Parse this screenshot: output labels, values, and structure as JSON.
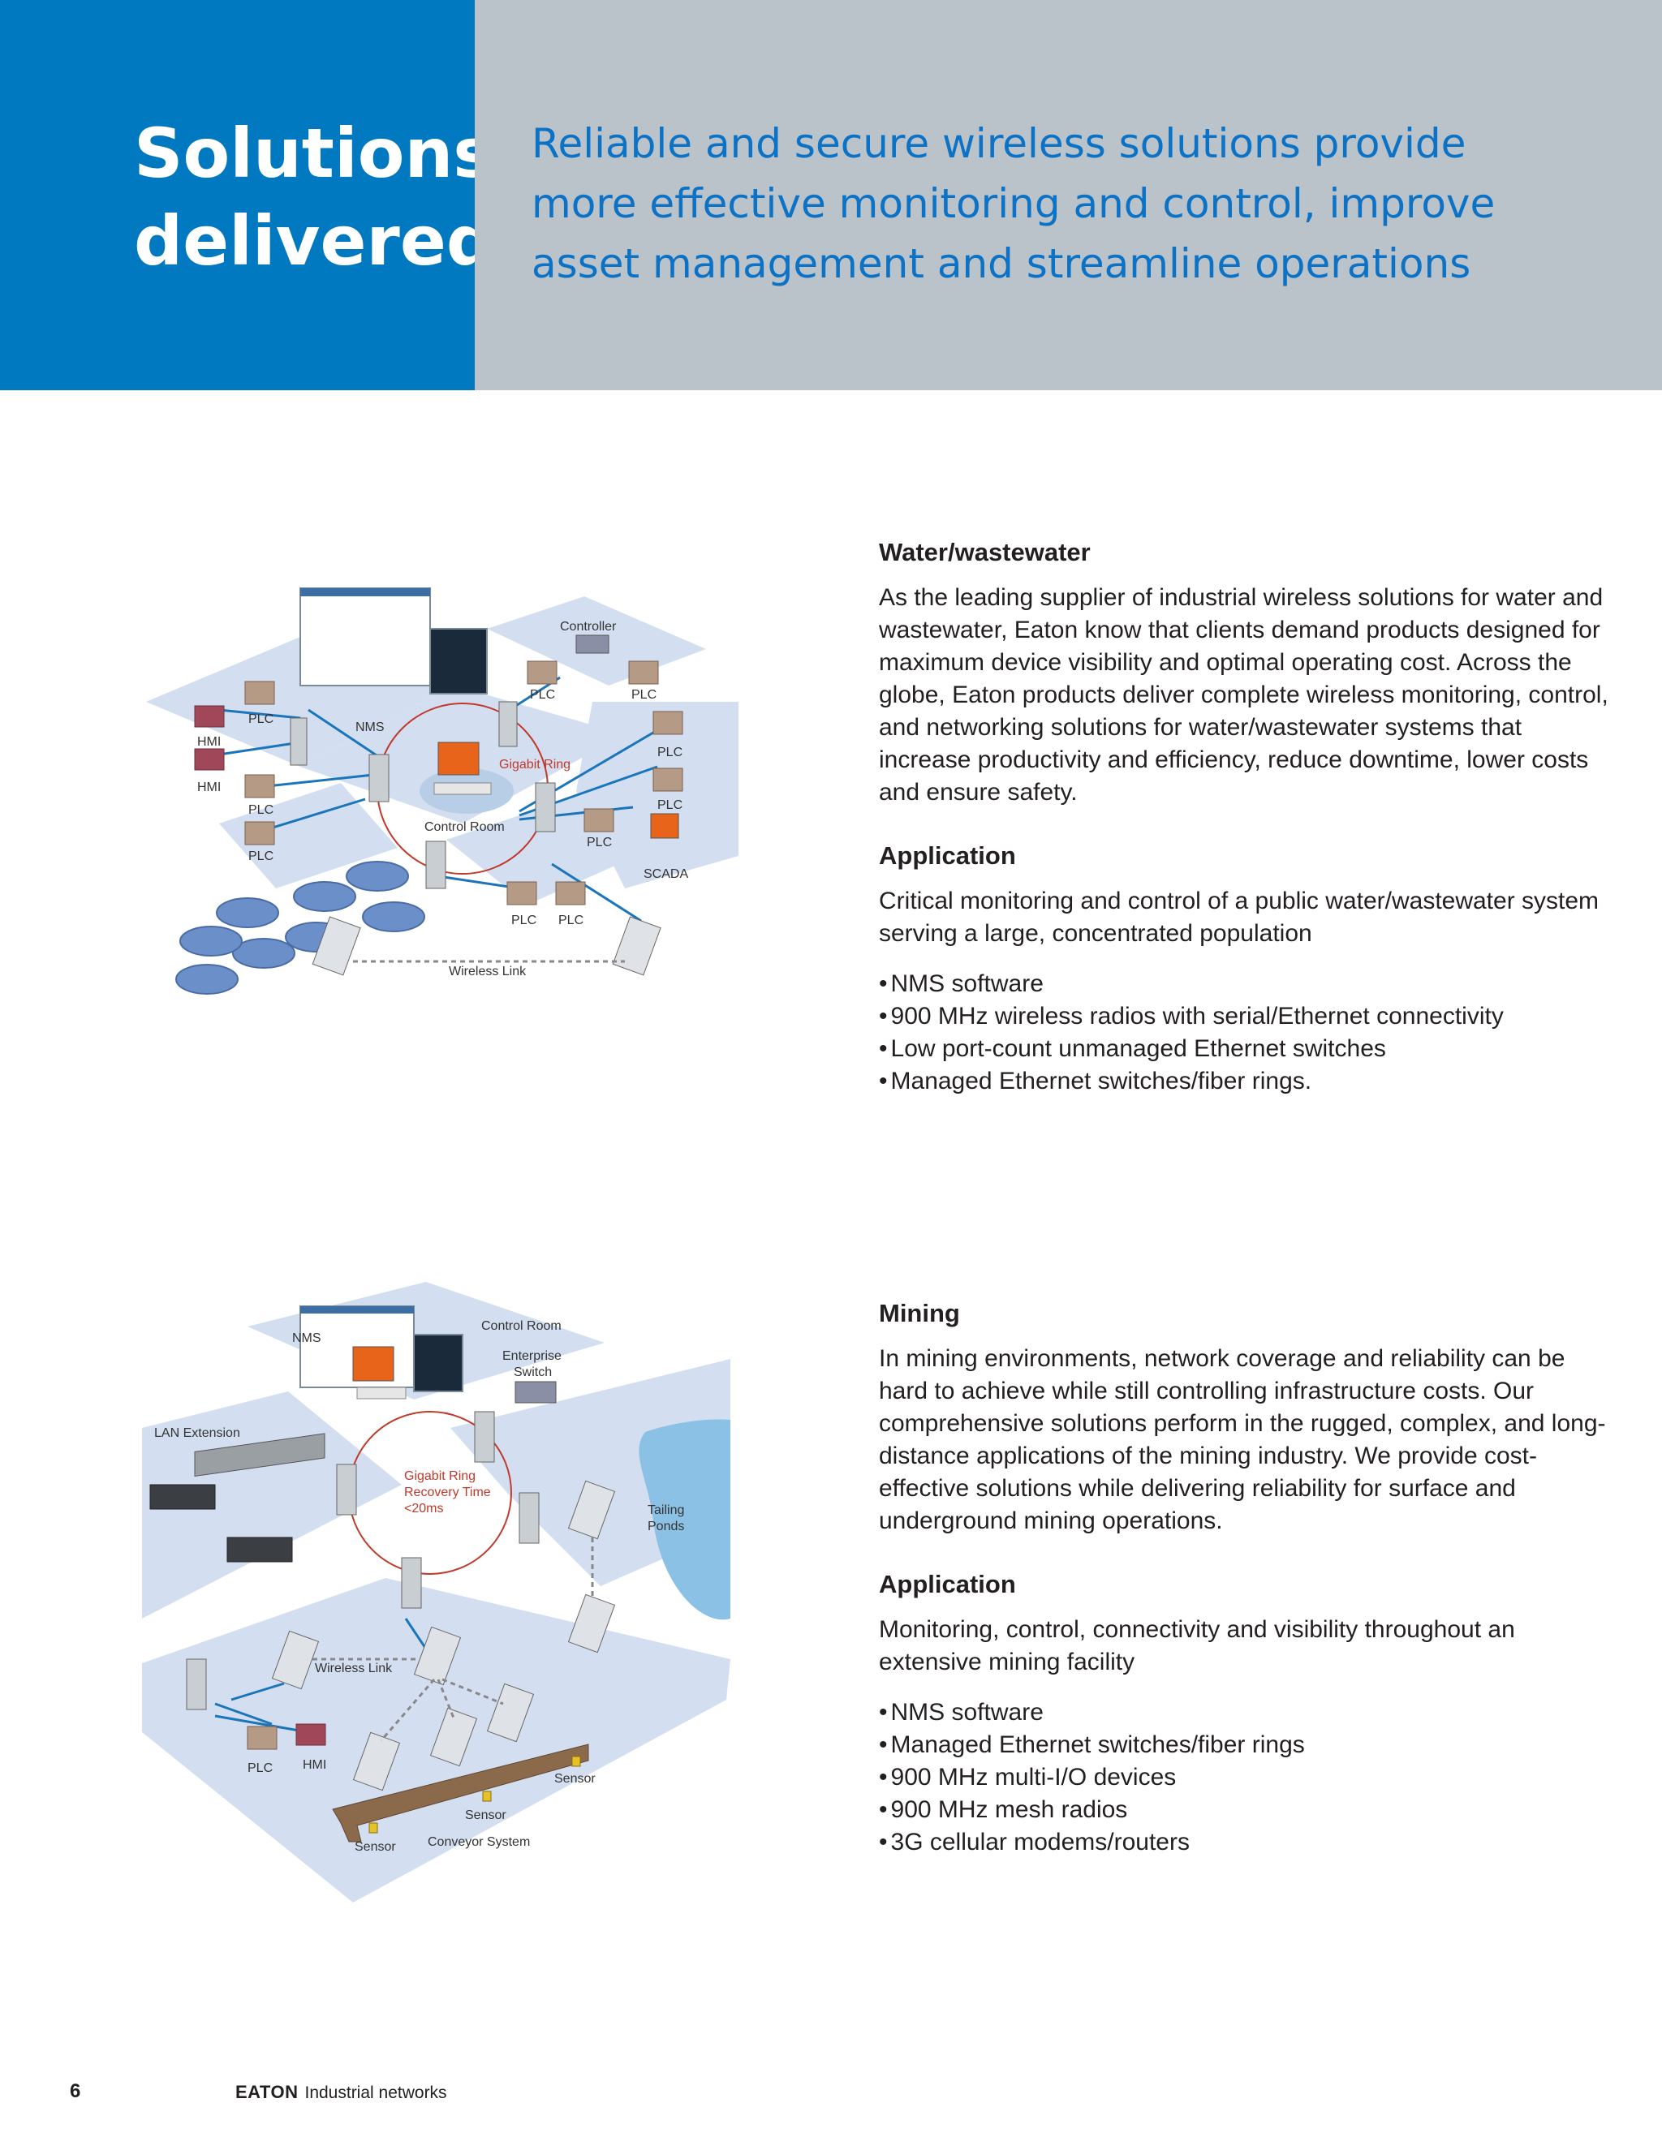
{
  "header": {
    "title": "Solutions\ndelivered",
    "tagline": "Reliable and secure wireless solutions provide more effective monitoring and control, improve asset management and streamline operations"
  },
  "water": {
    "heading": "Water/wastewater",
    "body": "As the leading supplier of industrial wireless solutions for water and wastewater, Eaton know that clients demand products designed for maximum device visibility and optimal operating cost. Across the globe, Eaton products deliver complete wireless monitoring, control, and networking solutions for water/wastewater systems that increase productivity and efficiency, reduce downtime, lower costs and ensure safety.",
    "app_heading": "Application",
    "app_body": "Critical monitoring and control of a public water/wastewater system serving a large, concentrated population",
    "bullets": [
      "NMS software",
      "900 MHz wireless radios with serial/Ethernet connectivity",
      "Low port-count unmanaged Ethernet switches",
      "Managed Ethernet switches/fiber rings."
    ]
  },
  "mining": {
    "heading": "Mining",
    "body": "In mining environments, network coverage and reliability can be hard to achieve while still controlling infrastructure costs. Our comprehensive solutions perform in the rugged, complex, and long-distance applications of the mining industry. We provide cost-effective solutions while delivering reliability for surface and underground mining operations.",
    "app_heading": "Application",
    "app_body": "Monitoring, control, connectivity and visibility throughout an extensive mining facility",
    "bullets": [
      "NMS software",
      "Managed Ethernet switches/fiber rings",
      "900 MHz multi-I/O devices",
      "900 MHz mesh radios",
      "3G cellular modems/routers"
    ]
  },
  "diagram1": {
    "controller": "Controller",
    "plc": "PLC",
    "hmi": "HMI",
    "nms": "NMS",
    "gigabit_ring": "Gigabit Ring",
    "control_room": "Control Room",
    "scada": "SCADA",
    "wireless_link": "Wireless Link"
  },
  "diagram2": {
    "nms": "NMS",
    "control_room": "Control Room",
    "enterprise_switch_1": "Enterprise",
    "enterprise_switch_2": "Switch",
    "lan_extension": "LAN Extension",
    "ring_1": "Gigabit Ring",
    "ring_2": "Recovery Time",
    "ring_3": "<20ms",
    "tailing_1": "Tailing",
    "tailing_2": "Ponds",
    "wireless_link": "Wireless Link",
    "plc": "PLC",
    "hmi": "HMI",
    "sensor": "Sensor",
    "conveyor": "Conveyor System"
  },
  "footer": {
    "page": "6",
    "brand": "EATON",
    "section": "Industrial networks"
  },
  "colors": {
    "eaton_blue": "#0079c1",
    "header_gray": "#bbc3ca",
    "tagline_blue": "#0b72c5",
    "ring_red": "#c0392b",
    "link_blue": "#1b75bb"
  }
}
